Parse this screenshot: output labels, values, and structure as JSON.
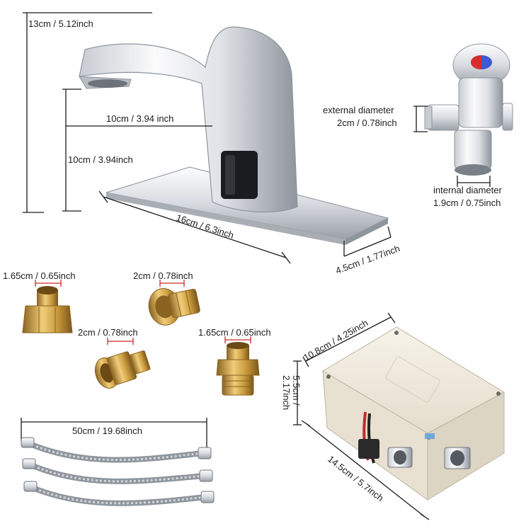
{
  "colors": {
    "chrome_light": "#f4f5f7",
    "chrome_dark": "#9aa0a8",
    "brass": "#c99a3c",
    "brass_dark": "#8a6320",
    "box": "#f1ece1",
    "dimension_line": "#1a1a1a",
    "dimension_line_red": "#c92a2a"
  },
  "faucet": {
    "height_label": "13cm / 5.12inch",
    "reach_label": "10cm / 3.94 inch",
    "spout_height_label": "10cm / 3.94inch",
    "plate_length_label": "16cm / 6.3inch",
    "plate_width_label": "4.5cm / 1.77inch"
  },
  "valve": {
    "external_label_line1": "external diameter",
    "external_label_line2": "2cm / 0.78inch",
    "internal_label_line1": "internal diameter",
    "internal_label_line2": "1.9cm / 0.75inch"
  },
  "adapters": {
    "a1_label": "1.65cm / 0.65inch",
    "a2_label": "2cm / 0.78inch",
    "a3_label": "2cm / 0.78inch",
    "a4_label": "1.65cm / 0.65inch"
  },
  "hoses": {
    "length_label": "50cm / 19.68inch",
    "count": 3
  },
  "control_box": {
    "top_label": "10.8cm / 4.25inch",
    "height_label_line1": "5.5cm /",
    "height_label_line2": "2.17inch",
    "length_label": "14.5cm / 5.7inch"
  }
}
